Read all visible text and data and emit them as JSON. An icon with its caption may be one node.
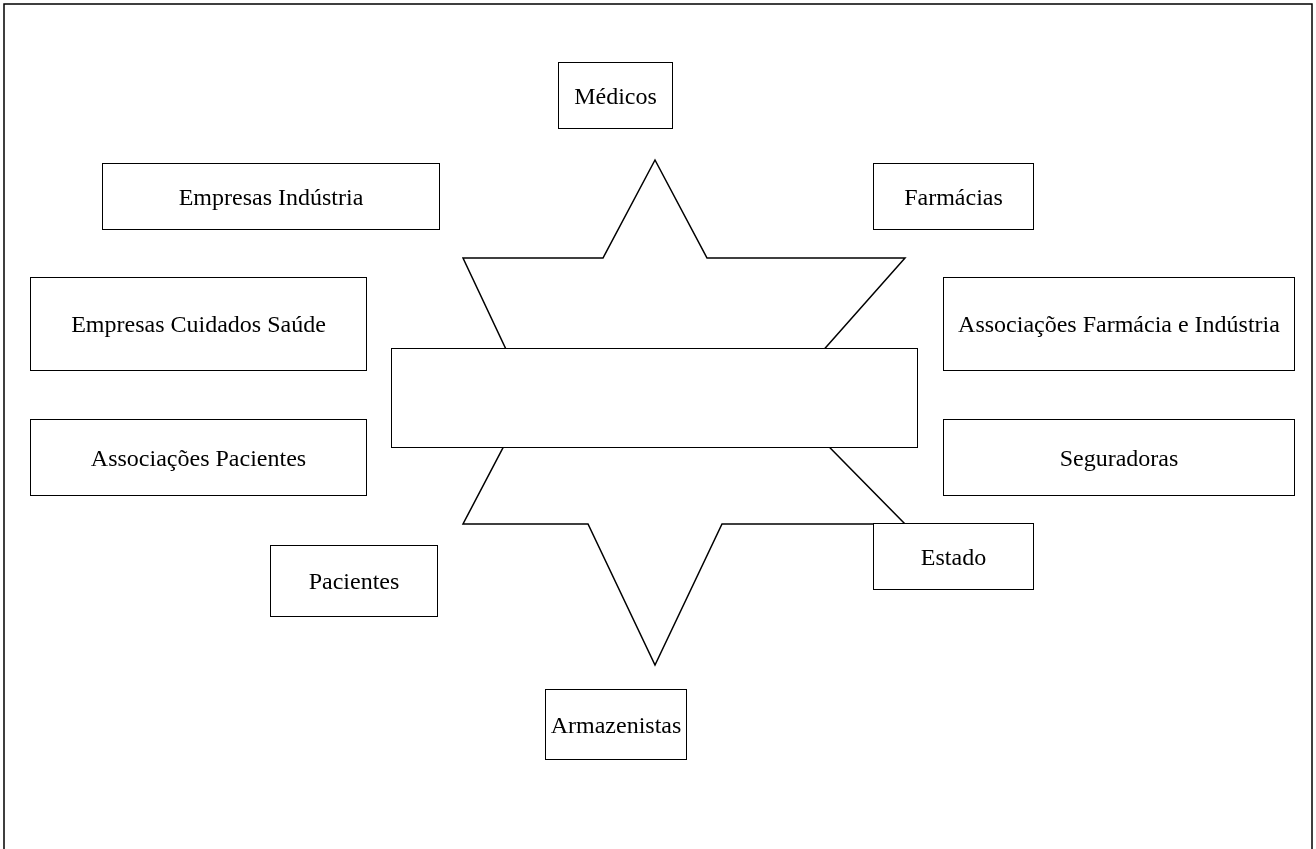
{
  "diagram": {
    "nodes": [
      {
        "text": [
          "Médicos"
        ]
      },
      {
        "text": [
          "Empresas Indústria"
        ]
      },
      {
        "text": [
          "Farmácias"
        ]
      },
      {
        "text": [
          "Empresas Cuidados Saúde"
        ]
      },
      {
        "text": [
          "Associações Farmácia e Indústria"
        ]
      },
      {
        "text": [],
        "shape": "box"
      },
      {
        "text": [
          "Associações Pacientes"
        ]
      },
      {
        "text": [
          "Seguradoras"
        ]
      },
      {
        "text": [
          "Estado"
        ]
      },
      {
        "text": [
          "Pacientes"
        ]
      },
      {
        "text": [
          "Armazenistas"
        ]
      }
    ],
    "edges": []
  }
}
